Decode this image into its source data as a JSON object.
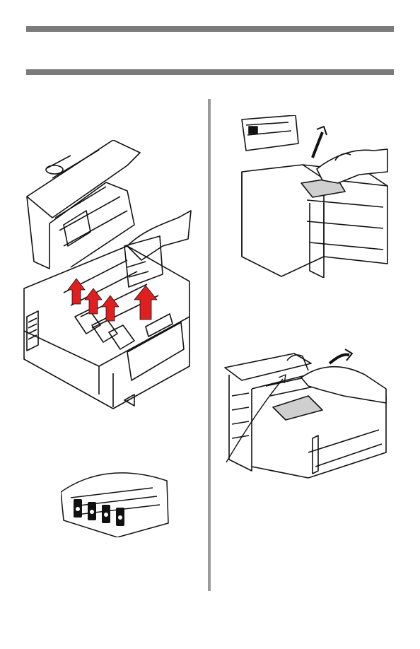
{
  "page": {
    "header_rules": 2,
    "column_divider": true
  },
  "figures": [
    {
      "id": "printer-open-lift-drums",
      "icon": "printer-drum-removal-illustration"
    },
    {
      "id": "drums-covered-with-paper",
      "icon": "image-drums-covered-illustration"
    },
    {
      "id": "remove-paper-from-belt",
      "icon": "paper-jam-belt-illustration"
    },
    {
      "id": "remove-paper-from-fuser",
      "icon": "paper-jam-fuser-illustration"
    }
  ],
  "colors": {
    "rule": "#7a7a7a",
    "divider": "#9a9a9a",
    "arrow_red": "#e02020",
    "line_art": "#111111"
  }
}
